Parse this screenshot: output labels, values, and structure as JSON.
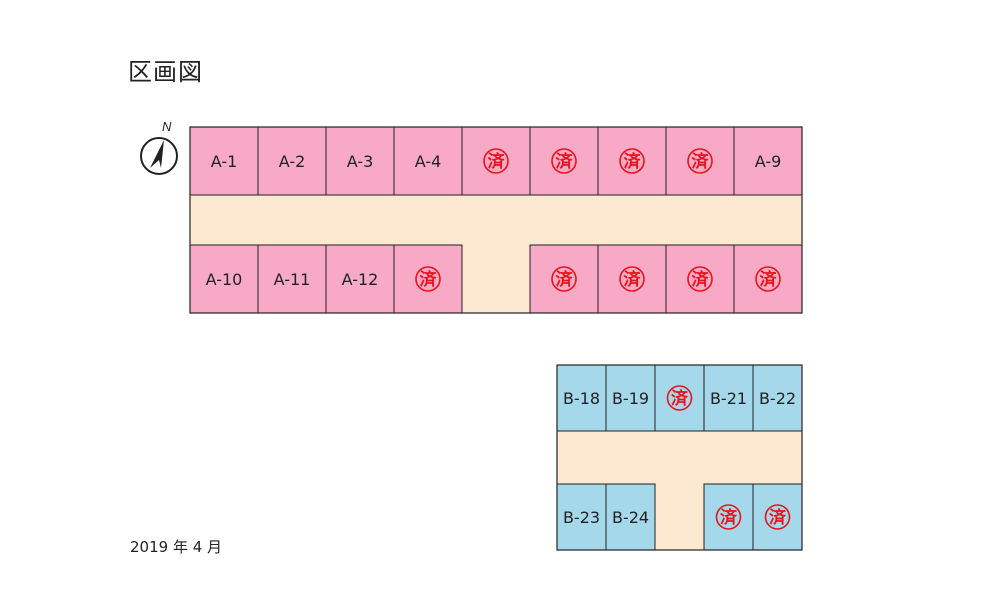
{
  "title": "区画図",
  "date": "2019 年 4 月",
  "compass": {
    "north_label": "N"
  },
  "sold_mark": "済",
  "colors": {
    "block_a_lot": "#f7a9c5",
    "block_b_lot": "#a4d8ea",
    "aisle": "#fde8d2",
    "border": "#222222",
    "stamp": "#e8141c"
  },
  "blocks": [
    {
      "name": "A",
      "rows": [
        [
          {
            "label": "A-1",
            "sold": false
          },
          {
            "label": "A-2",
            "sold": false
          },
          {
            "label": "A-3",
            "sold": false
          },
          {
            "label": "A-4",
            "sold": false
          },
          {
            "label": "",
            "sold": true
          },
          {
            "label": "",
            "sold": true
          },
          {
            "label": "",
            "sold": true
          },
          {
            "label": "",
            "sold": true
          },
          {
            "label": "A-9",
            "sold": false
          }
        ],
        [
          {
            "label": "A-10",
            "sold": false
          },
          {
            "label": "A-11",
            "sold": false
          },
          {
            "label": "A-12",
            "sold": false
          },
          {
            "label": "",
            "sold": true
          },
          null,
          {
            "label": "",
            "sold": true
          },
          {
            "label": "",
            "sold": true
          },
          {
            "label": "",
            "sold": true
          },
          {
            "label": "",
            "sold": true
          }
        ]
      ]
    },
    {
      "name": "B",
      "rows": [
        [
          {
            "label": "B-18",
            "sold": false
          },
          {
            "label": "B-19",
            "sold": false
          },
          {
            "label": "",
            "sold": true
          },
          {
            "label": "B-21",
            "sold": false
          },
          {
            "label": "B-22",
            "sold": false
          }
        ],
        [
          {
            "label": "B-23",
            "sold": false
          },
          {
            "label": "B-24",
            "sold": false
          },
          null,
          {
            "label": "",
            "sold": true
          },
          {
            "label": "",
            "sold": true
          }
        ]
      ]
    }
  ]
}
